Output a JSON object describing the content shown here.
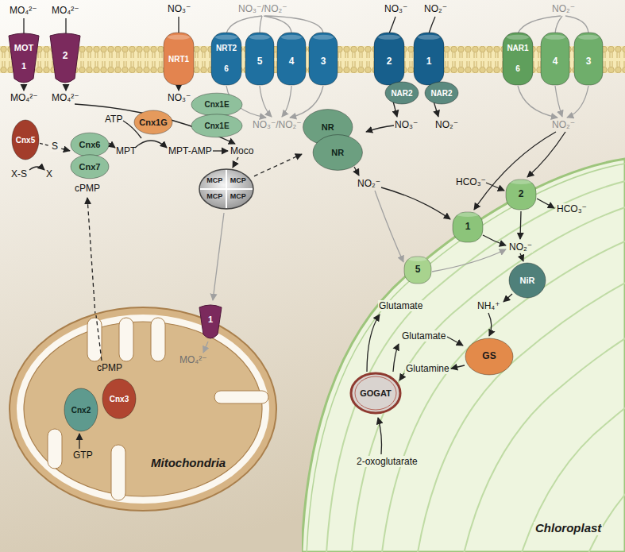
{
  "diagram": {
    "nodes": [
      {
        "text": [
          "MOT",
          "1"
        ]
      },
      {
        "text": [
          "2"
        ]
      },
      {
        "text": [
          "NRT1"
        ]
      },
      {
        "text": [
          "NRT2",
          "6"
        ]
      },
      {
        "text": [
          "5"
        ]
      },
      {
        "text": [
          "4"
        ]
      },
      {
        "text": [
          "3"
        ]
      },
      {
        "text": [
          "2"
        ]
      },
      {
        "text": [
          "1"
        ]
      },
      {
        "text": [
          "NAR2"
        ]
      },
      {
        "text": [
          "NAR2"
        ]
      },
      {
        "text": [
          "NAR1",
          "6"
        ]
      },
      {
        "text": [
          "4"
        ]
      },
      {
        "text": [
          "3"
        ]
      },
      {
        "text": [
          "Cnx1G"
        ]
      },
      {
        "text": [
          "Cnx1E",
          "Cnx1E"
        ]
      },
      {
        "text": [
          "Cnx5"
        ]
      },
      {
        "text": [
          "Cnx6",
          "Cnx7"
        ]
      },
      {
        "text": [
          "MCP",
          "MCP",
          "MCP",
          "MCP"
        ]
      },
      {
        "text": [
          "NR",
          "NR"
        ]
      },
      {
        "text": [
          "Mitochondria"
        ]
      },
      {
        "text": [
          "1"
        ]
      },
      {
        "text": [
          "Cnx2"
        ],
        "in": 20
      },
      {
        "text": [
          "Cnx3"
        ],
        "in": 20
      },
      {
        "text": [
          "Chloroplast"
        ]
      },
      {
        "text": [
          "2"
        ],
        "in": 24
      },
      {
        "text": [
          "1"
        ],
        "in": 24
      },
      {
        "text": [
          "5"
        ],
        "in": 24
      },
      {
        "text": [
          "NiR"
        ],
        "in": 24
      },
      {
        "text": [
          "GS"
        ],
        "in": 24
      },
      {
        "text": [
          "GOGAT"
        ],
        "in": 24
      }
    ],
    "edges": [
      {
        "from": 16,
        "to": 17,
        "label": "S",
        "arrow": "to"
      },
      {
        "from": 18,
        "to": 19,
        "arrow": "to"
      }
    ],
    "labels": [
      "MO₄²⁻",
      "MO₄²⁻",
      "NO₃⁻",
      "NO₃⁻/NO₂⁻",
      "NO₃⁻",
      "NO₂⁻",
      "NO₂⁻",
      "MO₄²⁻",
      "MO₄²⁻",
      "NO₃⁻",
      "NO₃⁻/NO₂⁻",
      "NO₃⁻",
      "NO₂⁻",
      "NO₂⁻",
      "ATP",
      "X-S",
      "X",
      "MPT",
      "MPT-AMP",
      "Moco",
      "cPMP",
      "NO₂⁻",
      "HCO₃⁻",
      "HCO₃⁻",
      "NO₂⁻",
      "NH₄⁺",
      "Glutamate",
      "Glutamate",
      "Glutamine",
      "2-oxoglutarate",
      "cPMP",
      "MO₄²⁻",
      "GTP"
    ]
  }
}
